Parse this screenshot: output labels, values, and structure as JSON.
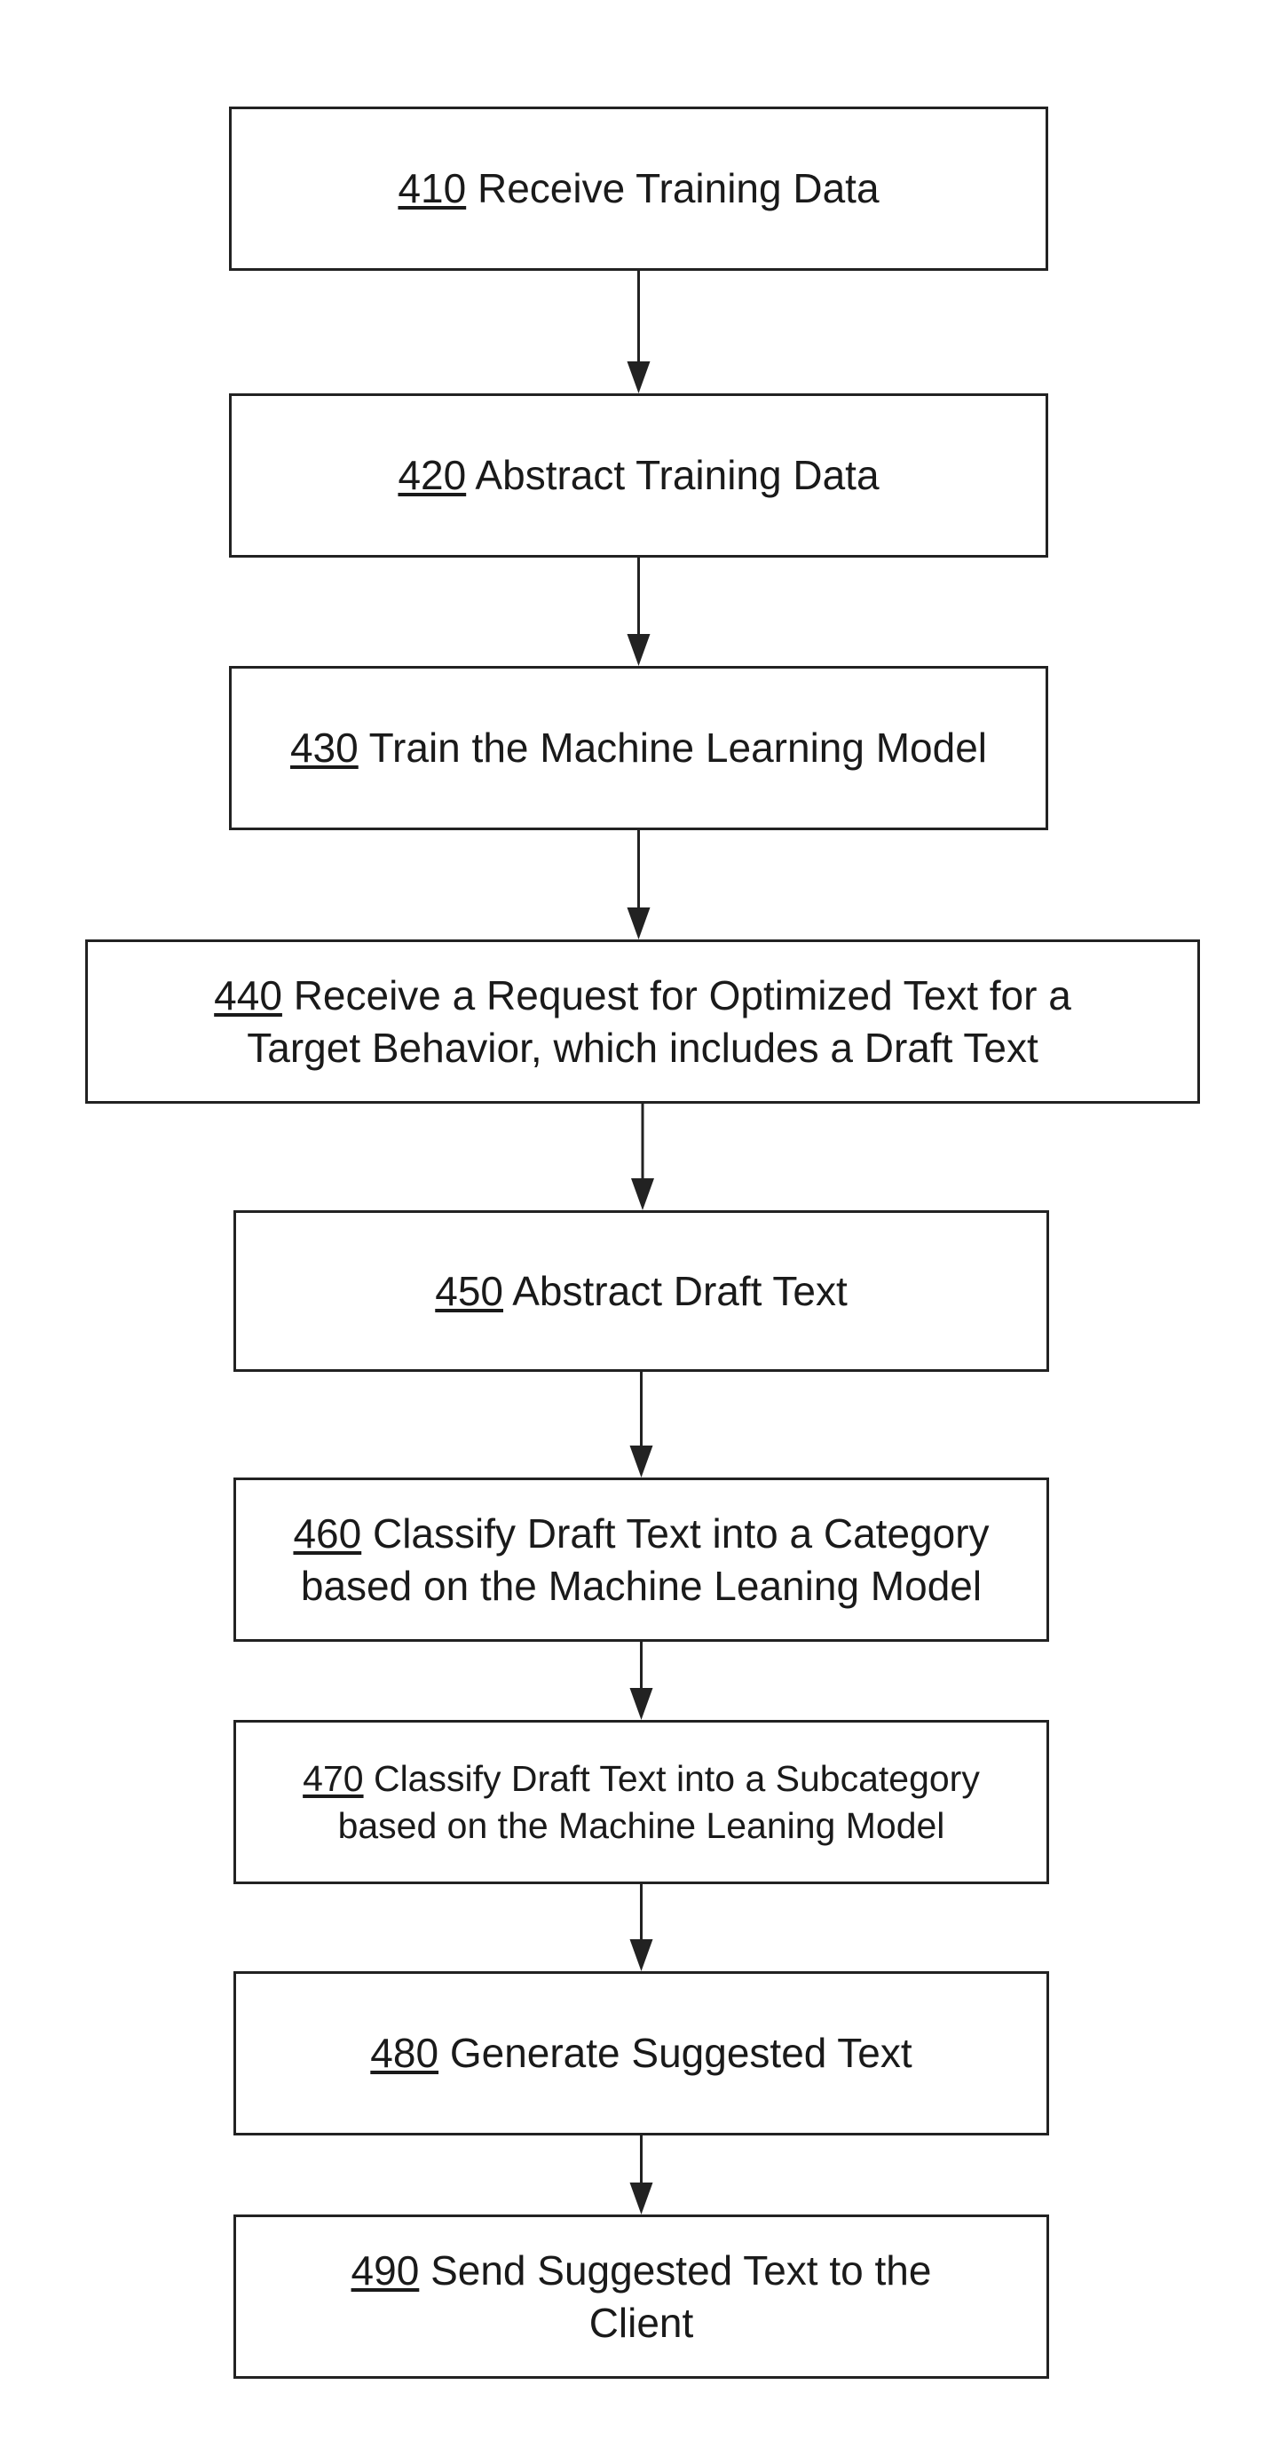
{
  "steps": [
    {
      "id": "410",
      "lines": [
        {
          "number": "410",
          "text": " Receive Training Data"
        }
      ]
    },
    {
      "id": "420",
      "lines": [
        {
          "number": "420",
          "text": " Abstract Training Data"
        }
      ]
    },
    {
      "id": "430",
      "lines": [
        {
          "number": "430",
          "text": " Train the Machine Learning Model"
        }
      ]
    },
    {
      "id": "440",
      "lines": [
        {
          "number": "440",
          "text": " Receive a Request for Optimized Text for a"
        },
        {
          "number": "",
          "text": "Target Behavior, which includes a Draft Text"
        }
      ]
    },
    {
      "id": "450",
      "lines": [
        {
          "number": "450",
          "text": " Abstract Draft Text"
        }
      ]
    },
    {
      "id": "460",
      "lines": [
        {
          "number": "460",
          "text": " Classify Draft Text into a Category"
        },
        {
          "number": "",
          "text": "based on the Machine Leaning Model"
        }
      ]
    },
    {
      "id": "470",
      "lines": [
        {
          "number": "470",
          "text": " Classify Draft Text into a Subcategory"
        },
        {
          "number": "",
          "text": "based on the Machine Leaning Model"
        }
      ]
    },
    {
      "id": "480",
      "lines": [
        {
          "number": "480",
          "text": " Generate Suggested Text"
        }
      ]
    },
    {
      "id": "490",
      "lines": [
        {
          "number": "490",
          "text": " Send Suggested Text to the"
        },
        {
          "number": "",
          "text": "Client"
        }
      ]
    }
  ],
  "colors": {
    "stroke": "#222222",
    "text": "#1a1a1a",
    "background": "#ffffff"
  }
}
